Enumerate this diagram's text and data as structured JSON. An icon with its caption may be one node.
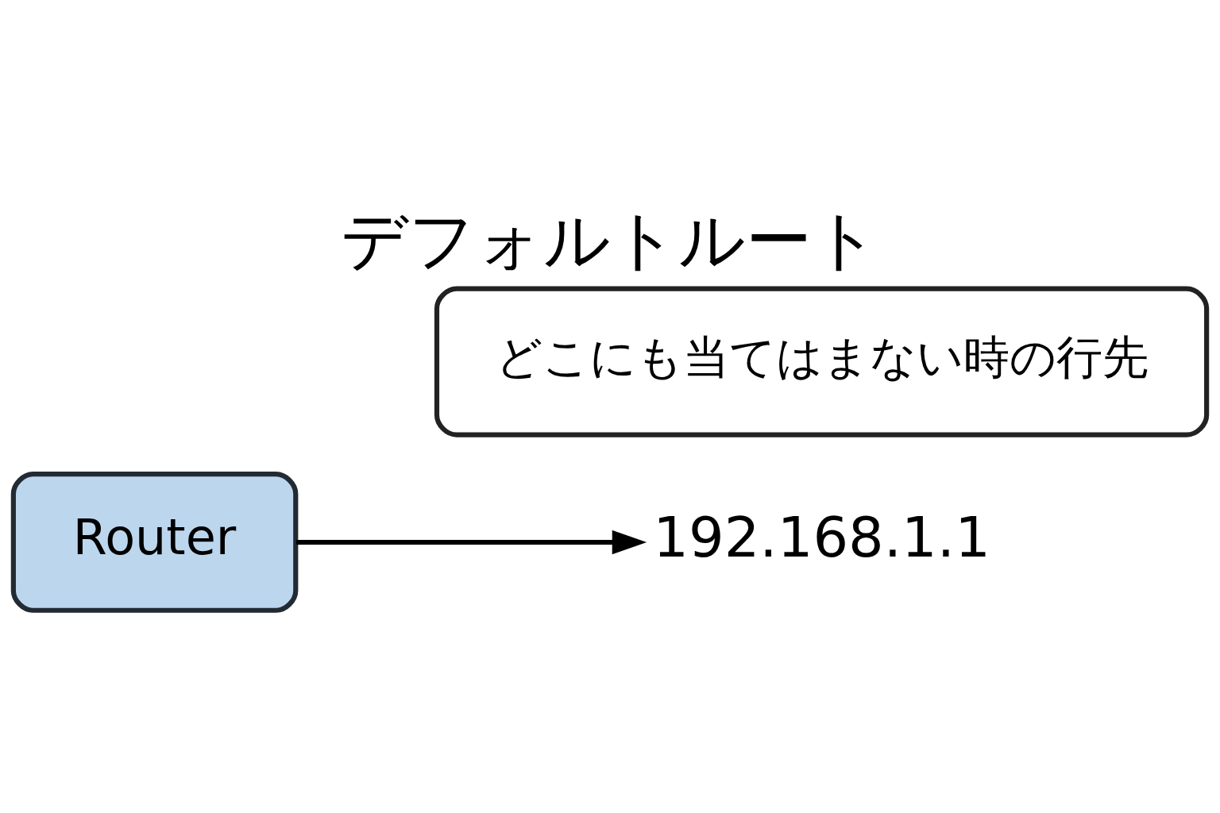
{
  "diagram": {
    "title": "デフォルトルート",
    "nodes": [
      {
        "text": [
          "Router"
        ]
      },
      {
        "text": [
          "192.168.1.1"
        ]
      },
      {
        "text": [
          "どこにも当てはまない時の行先"
        ]
      }
    ],
    "edges": [
      {
        "from": 0,
        "to": 1,
        "arrow": "to"
      }
    ]
  }
}
